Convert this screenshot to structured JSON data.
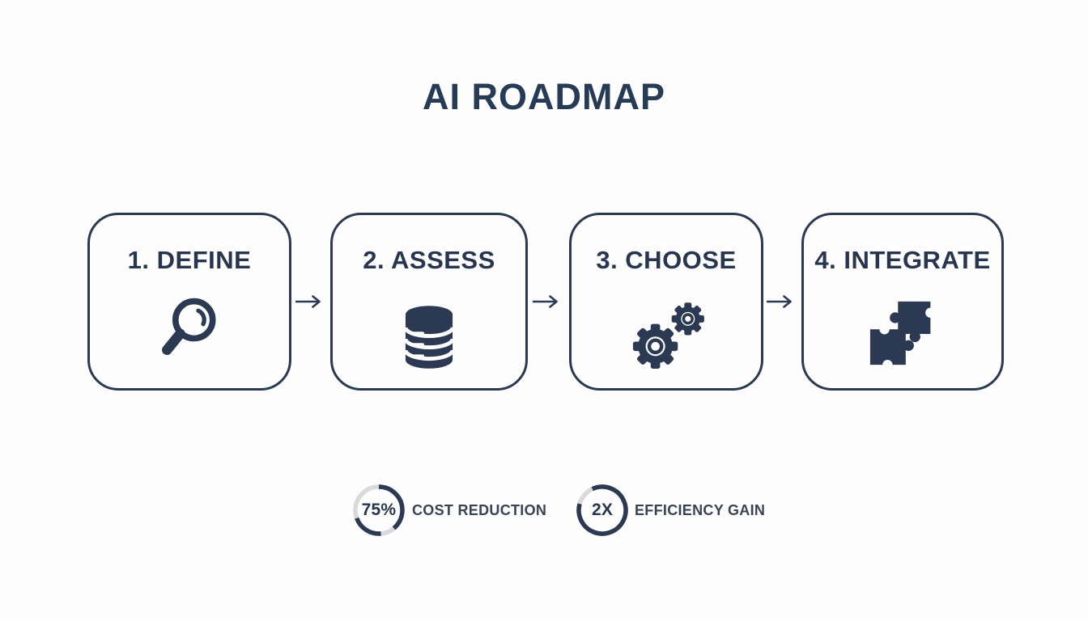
{
  "title": "AI ROADMAP",
  "steps": [
    {
      "label": "1. DEFINE",
      "icon": "magnifier-icon"
    },
    {
      "label": "2. ASSESS",
      "icon": "database-icon"
    },
    {
      "label": "3. CHOOSE",
      "icon": "gears-icon"
    },
    {
      "label": "4. INTEGRATE",
      "icon": "puzzle-icon"
    }
  ],
  "stats": [
    {
      "value": "75%",
      "label": "COST REDUCTION"
    },
    {
      "value": "2X",
      "label": "EFFICIENCY GAIN"
    }
  ],
  "colors": {
    "ink": "#2b3a52",
    "ring_track": "#d8dadc",
    "background": "#fdfdfe"
  }
}
